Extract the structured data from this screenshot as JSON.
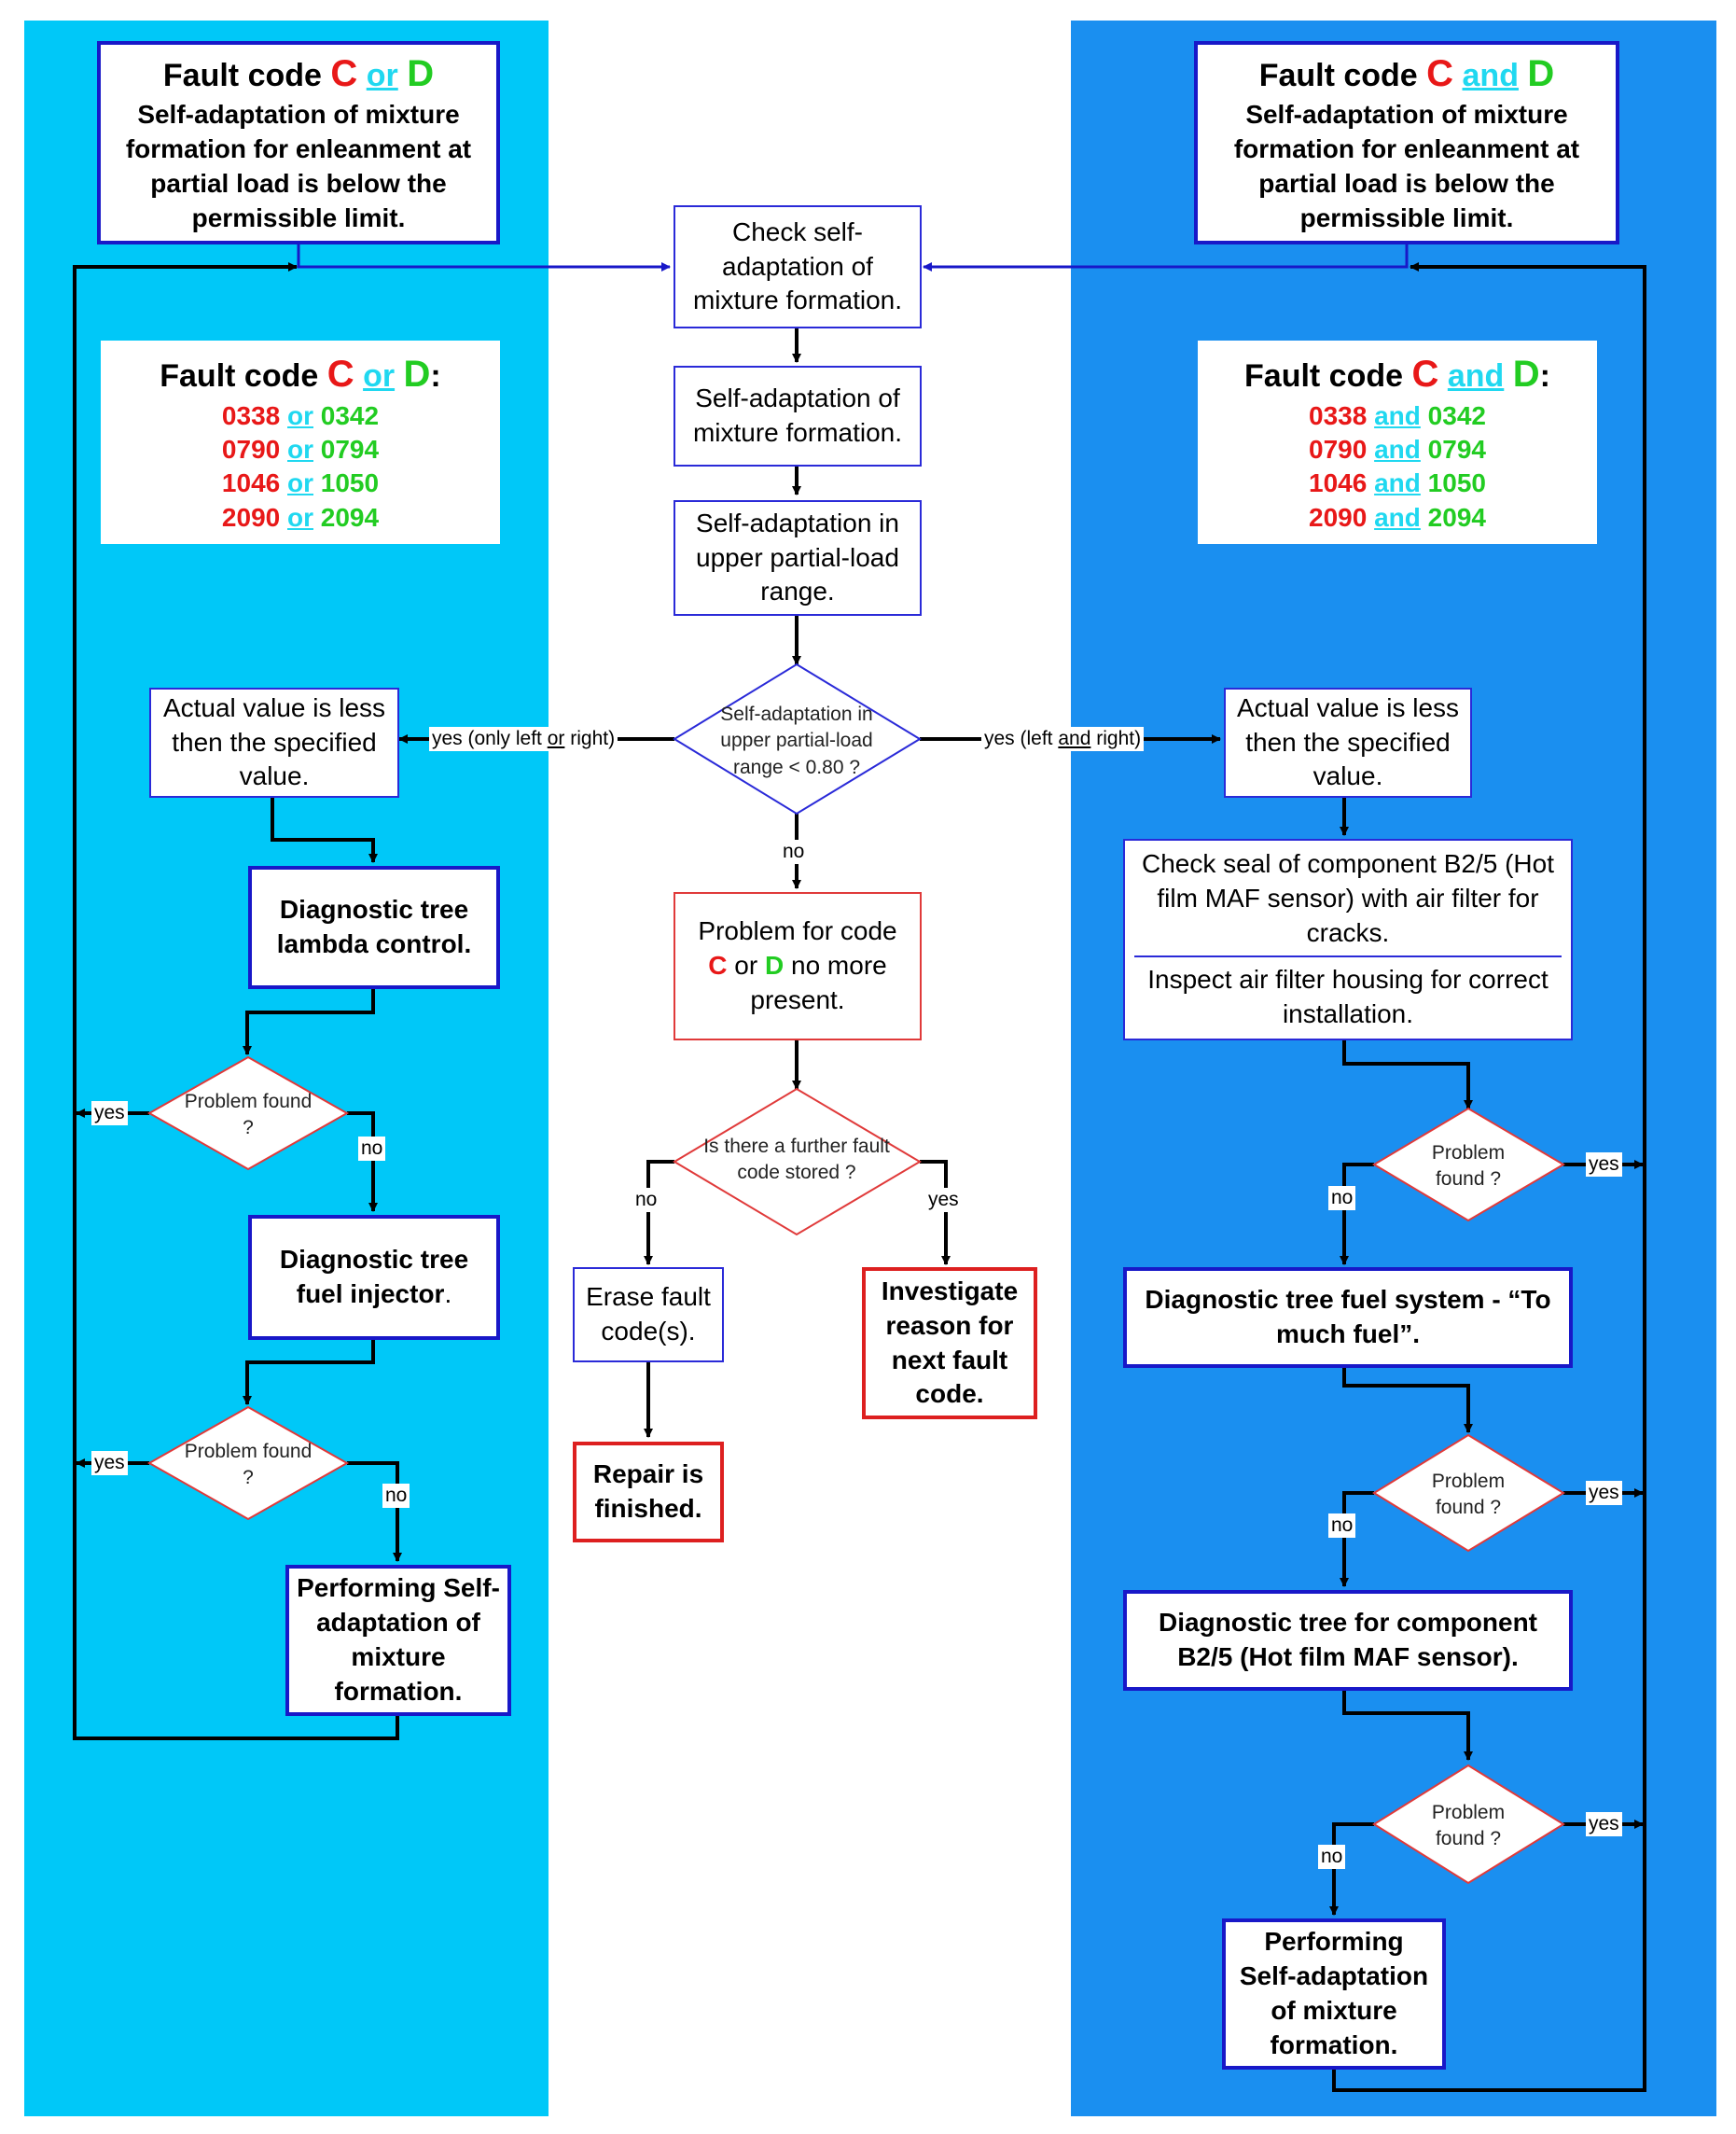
{
  "left_header": {
    "title_prefix": "Fault code",
    "code_c": "C",
    "joiner": "or",
    "code_d": "D",
    "text": "Self-adaptation of mixture formation for enleanment at partial load is below the permissible limit."
  },
  "right_header": {
    "title_prefix": "Fault code",
    "code_c": "C",
    "joiner": "and",
    "code_d": "D",
    "text": "Self-adaptation of mixture formation for enleanment at partial load is below the permissible limit."
  },
  "left_codes": {
    "title_prefix": "Fault code",
    "code_c": "C",
    "joiner": "or",
    "code_d": "D",
    "colon": ":",
    "rows": [
      {
        "c": "0338",
        "j": "or",
        "d": "0342"
      },
      {
        "c": "0790",
        "j": "or",
        "d": "0794"
      },
      {
        "c": "1046",
        "j": "or",
        "d": "1050"
      },
      {
        "c": "2090",
        "j": "or",
        "d": "2094"
      }
    ]
  },
  "right_codes": {
    "title_prefix": "Fault code",
    "code_c": "C",
    "joiner": "and",
    "code_d": "D",
    "colon": ":",
    "rows": [
      {
        "c": "0338",
        "j": "and",
        "d": "0342"
      },
      {
        "c": "0790",
        "j": "and",
        "d": "0794"
      },
      {
        "c": "1046",
        "j": "and",
        "d": "1050"
      },
      {
        "c": "2090",
        "j": "and",
        "d": "2094"
      }
    ]
  },
  "center": {
    "check": "Check self-adaptation of mixture formation.",
    "self_adapt": "Self-adaptation of mixture formation.",
    "upper": "Self-adaptation in upper partial-load range.",
    "decision": "Self-adaptation in upper partial-load range < 0.80 ?",
    "yes_left_a": "yes (only left ",
    "yes_left_u": "or",
    "yes_left_b": " right)",
    "yes_right_a": "yes (left ",
    "yes_right_u": "and",
    "yes_right_b": " right)",
    "no": "no",
    "problem_a": "Problem for code",
    "problem_c": "C",
    "problem_or": "or",
    "problem_d": "D",
    "problem_b": "no more present.",
    "further": "Is there a further fault code stored ?",
    "further_no": "no",
    "further_yes": "yes",
    "erase": "Erase fault code(s).",
    "repair": "Repair is finished.",
    "investigate": "Investigate reason for next fault code."
  },
  "left_flow": {
    "actual": "Actual value is less then the specified value.",
    "lambda": "Diagnostic tree lambda control.",
    "problem1": "Problem found ?",
    "yes1": "yes",
    "no1": "no",
    "injector_a": "Diagnostic tree fuel injector",
    "injector_b": ".",
    "problem2": "Problem found ?",
    "yes2": "yes",
    "no2": "no",
    "performing": "Performing Self-adaptation of mixture formation."
  },
  "right_flow": {
    "actual": "Actual value is less then the specified value.",
    "check_seal": "Check seal of component B2/5 (Hot film MAF sensor) with air filter for cracks.",
    "inspect": "Inspect air filter housing for correct installation.",
    "problem1": "Problem found ?",
    "yes1": "yes",
    "no1": "no",
    "fuel_system": "Diagnostic tree fuel system - “To much fuel”.",
    "problem2": "Problem found ?",
    "yes2": "yes",
    "no2": "no",
    "maf": "Diagnostic tree for component B2/5 (Hot film MAF sensor).",
    "problem3": "Problem found ?",
    "yes3": "yes",
    "no3": "no",
    "performing": "Performing Self-adaptation of mixture formation."
  },
  "colors": {
    "left_band": "#00c8f8",
    "right_band": "#1a8ff0",
    "code_c": "#e81818",
    "code_d": "#22cc22",
    "joiner": "#20d8f0",
    "box_border": "#2a2ad8",
    "warn_border": "#dd2020"
  }
}
